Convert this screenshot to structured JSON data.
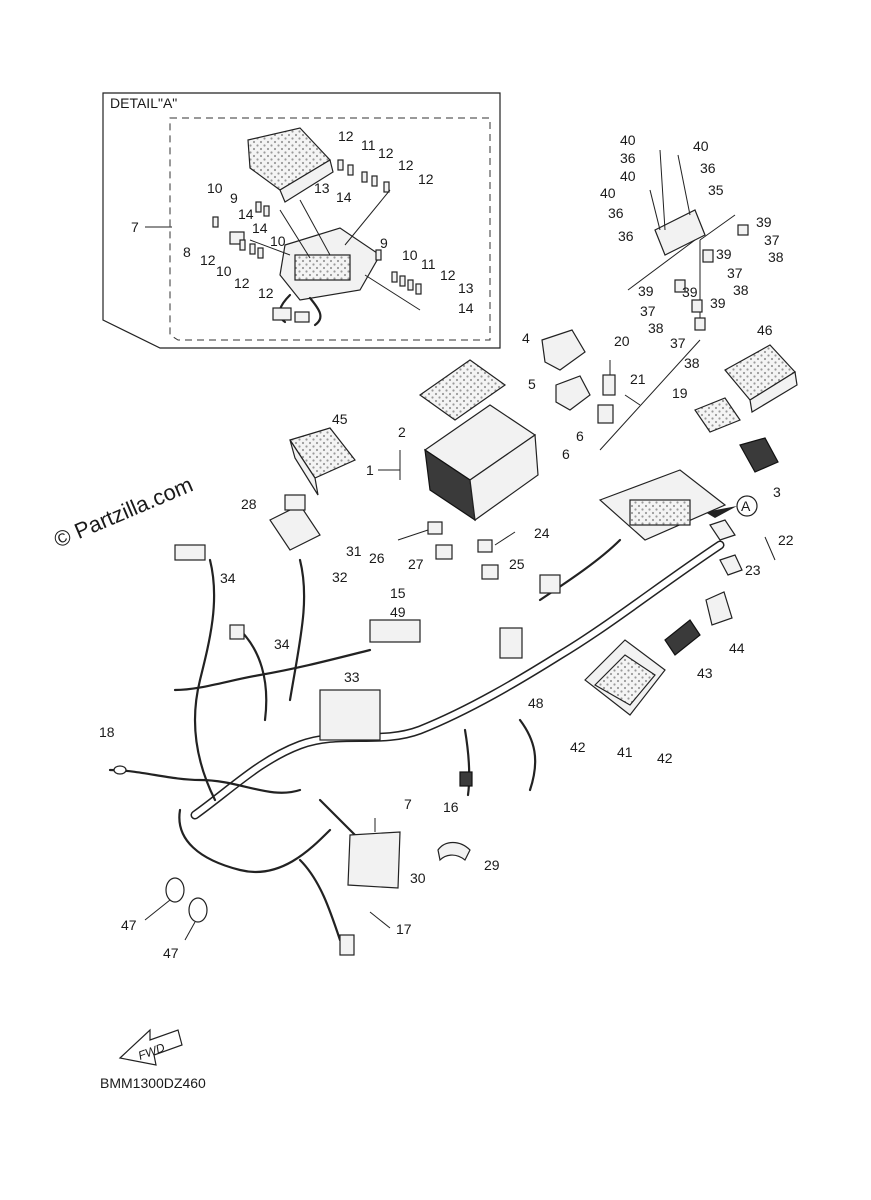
{
  "detail_label": "DETAIL\"A\"",
  "watermark": "© Partzilla.com",
  "fwd_label": "FWD",
  "ref_code": "BMM1300DZ460",
  "callout_A": "A",
  "labels": [
    {
      "id": "d7",
      "text": "7"
    },
    {
      "id": "d8",
      "text": "8"
    },
    {
      "id": "d9a",
      "text": "9"
    },
    {
      "id": "d9b",
      "text": "9"
    },
    {
      "id": "d10a",
      "text": "10"
    },
    {
      "id": "d10b",
      "text": "10"
    },
    {
      "id": "d10c",
      "text": "10"
    },
    {
      "id": "d10d",
      "text": "10"
    },
    {
      "id": "d11a",
      "text": "11"
    },
    {
      "id": "d11b",
      "text": "11"
    },
    {
      "id": "d12a",
      "text": "12"
    },
    {
      "id": "d12b",
      "text": "12"
    },
    {
      "id": "d12c",
      "text": "12"
    },
    {
      "id": "d12d",
      "text": "12"
    },
    {
      "id": "d12e",
      "text": "12"
    },
    {
      "id": "d12f",
      "text": "12"
    },
    {
      "id": "d12g",
      "text": "12"
    },
    {
      "id": "d12h",
      "text": "12"
    },
    {
      "id": "d13a",
      "text": "13"
    },
    {
      "id": "d13b",
      "text": "13"
    },
    {
      "id": "d14a",
      "text": "14"
    },
    {
      "id": "d14b",
      "text": "14"
    },
    {
      "id": "d14c",
      "text": "14"
    },
    {
      "id": "d14d",
      "text": "14"
    },
    {
      "id": "p40a",
      "text": "40"
    },
    {
      "id": "p40b",
      "text": "40"
    },
    {
      "id": "p40c",
      "text": "40"
    },
    {
      "id": "p40d",
      "text": "40"
    },
    {
      "id": "p36a",
      "text": "36"
    },
    {
      "id": "p36b",
      "text": "36"
    },
    {
      "id": "p36c",
      "text": "36"
    },
    {
      "id": "p36d",
      "text": "36"
    },
    {
      "id": "p35",
      "text": "35"
    },
    {
      "id": "p39a",
      "text": "39"
    },
    {
      "id": "p39b",
      "text": "39"
    },
    {
      "id": "p39c",
      "text": "39"
    },
    {
      "id": "p39d",
      "text": "39"
    },
    {
      "id": "p39e",
      "text": "39"
    },
    {
      "id": "p37a",
      "text": "37"
    },
    {
      "id": "p37b",
      "text": "37"
    },
    {
      "id": "p37c",
      "text": "37"
    },
    {
      "id": "p37d",
      "text": "37"
    },
    {
      "id": "p38a",
      "text": "38"
    },
    {
      "id": "p38b",
      "text": "38"
    },
    {
      "id": "p38c",
      "text": "38"
    },
    {
      "id": "p38d",
      "text": "38"
    },
    {
      "id": "p4",
      "text": "4"
    },
    {
      "id": "p5",
      "text": "5"
    },
    {
      "id": "p20",
      "text": "20"
    },
    {
      "id": "p21",
      "text": "21"
    },
    {
      "id": "p46",
      "text": "46"
    },
    {
      "id": "p19",
      "text": "19"
    },
    {
      "id": "p2",
      "text": "2"
    },
    {
      "id": "p1",
      "text": "1"
    },
    {
      "id": "p45",
      "text": "45"
    },
    {
      "id": "p6a",
      "text": "6"
    },
    {
      "id": "p6b",
      "text": "6"
    },
    {
      "id": "p3",
      "text": "3"
    },
    {
      "id": "p28",
      "text": "28"
    },
    {
      "id": "p22",
      "text": "22"
    },
    {
      "id": "p23",
      "text": "23"
    },
    {
      "id": "p24",
      "text": "24"
    },
    {
      "id": "p26",
      "text": "26"
    },
    {
      "id": "p27",
      "text": "27"
    },
    {
      "id": "p25",
      "text": "25"
    },
    {
      "id": "p31",
      "text": "31"
    },
    {
      "id": "p34a",
      "text": "34"
    },
    {
      "id": "p34b",
      "text": "34"
    },
    {
      "id": "p32",
      "text": "32"
    },
    {
      "id": "p15",
      "text": "15"
    },
    {
      "id": "p49",
      "text": "49"
    },
    {
      "id": "p44",
      "text": "44"
    },
    {
      "id": "p43",
      "text": "43"
    },
    {
      "id": "p33",
      "text": "33"
    },
    {
      "id": "p48",
      "text": "48"
    },
    {
      "id": "p42a",
      "text": "42"
    },
    {
      "id": "p41",
      "text": "41"
    },
    {
      "id": "p42b",
      "text": "42"
    },
    {
      "id": "p18",
      "text": "18"
    },
    {
      "id": "p7",
      "text": "7"
    },
    {
      "id": "p16",
      "text": "16"
    },
    {
      "id": "p29",
      "text": "29"
    },
    {
      "id": "p30",
      "text": "30"
    },
    {
      "id": "p47a",
      "text": "47"
    },
    {
      "id": "p47b",
      "text": "47"
    },
    {
      "id": "p17",
      "text": "17"
    }
  ]
}
